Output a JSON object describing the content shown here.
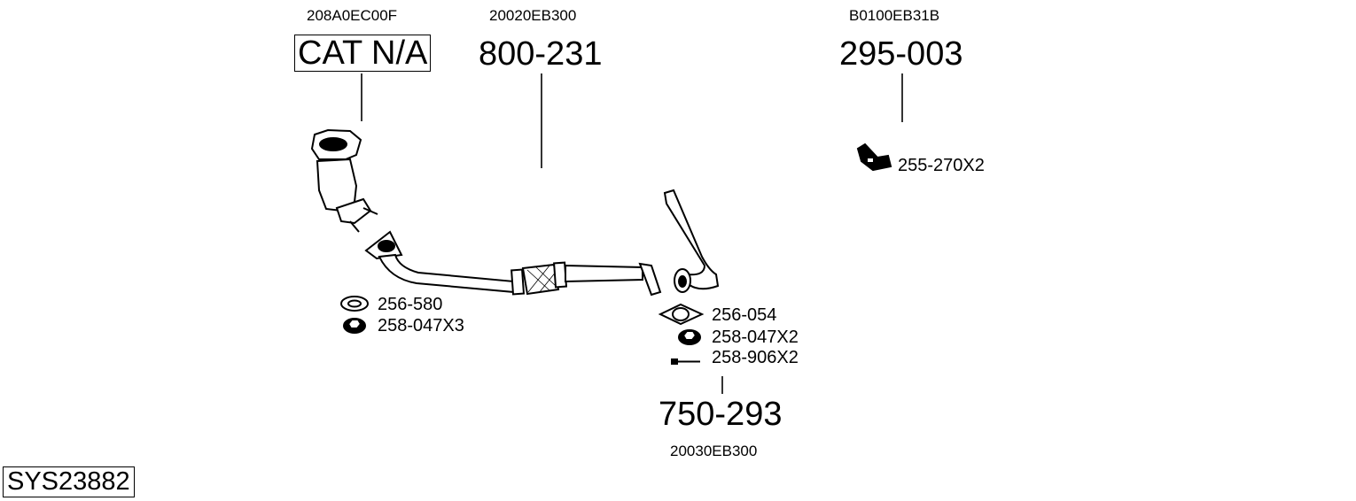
{
  "diagram": {
    "system_id": "SYS23882",
    "parts": [
      {
        "oem": "208A0EC00F",
        "number": "CAT N/A",
        "boxed": true
      },
      {
        "oem": "20020EB300",
        "number": "800-231"
      },
      {
        "oem": "B0100EB31B",
        "number": "295-003"
      },
      {
        "oem": "20030EB300",
        "number": "750-293"
      }
    ],
    "accessories": [
      {
        "label": "256-580",
        "icon": "gasket-ring-icon"
      },
      {
        "label": "258-047X3",
        "icon": "nut-icon"
      },
      {
        "label": "256-054",
        "icon": "flange-gasket-icon"
      },
      {
        "label": "258-047X2",
        "icon": "nut-icon"
      },
      {
        "label": "258-906X2",
        "icon": "bolt-icon"
      },
      {
        "label": "255-270X2",
        "icon": "rubber-hanger-icon"
      }
    ]
  }
}
